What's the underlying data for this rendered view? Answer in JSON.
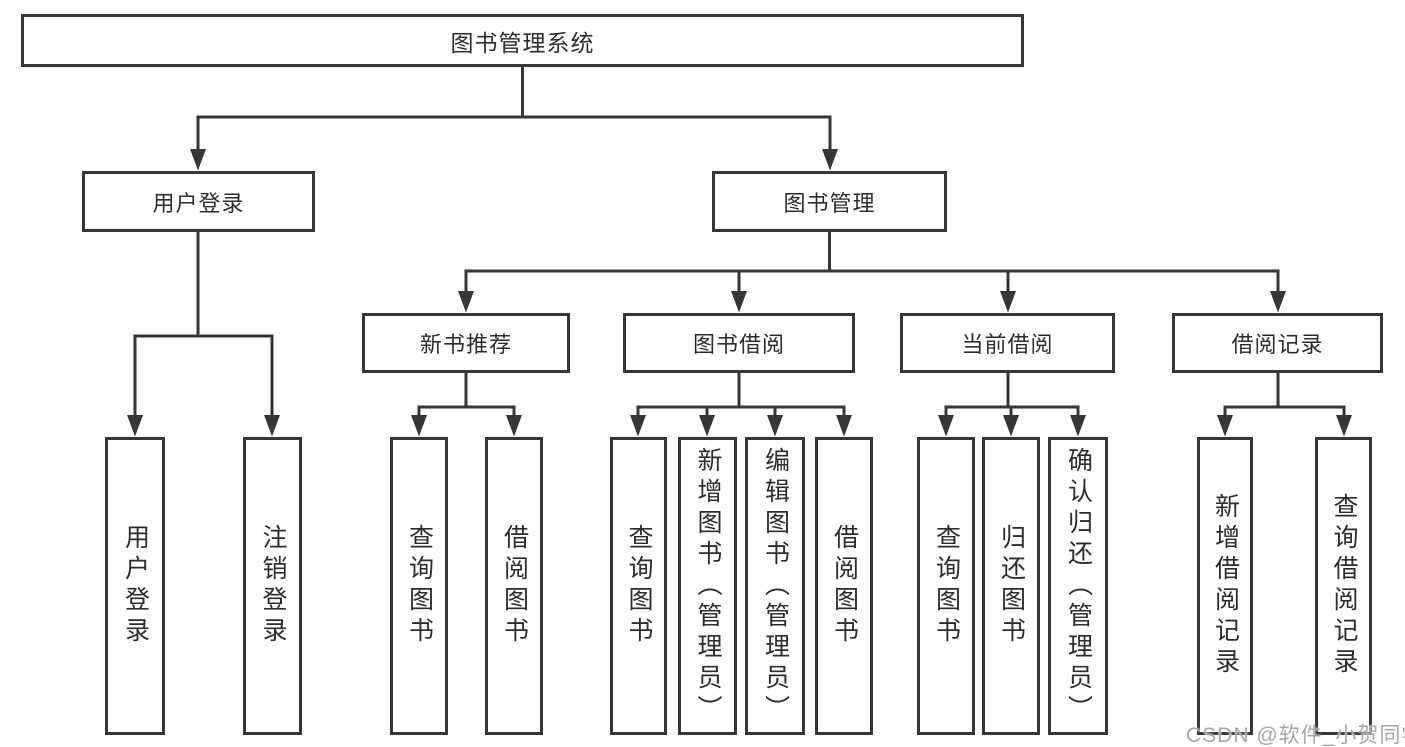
{
  "colors": {
    "line": "#363636",
    "box_border": "#363636",
    "text": "#2d2d2d",
    "watermark": "#a7a7a7",
    "background": "#ffffff"
  },
  "tree": {
    "root": {
      "label": "图书管理系统"
    },
    "branches": [
      {
        "label": "用户登录",
        "leaves": [
          "用户登录",
          "注销登录"
        ]
      },
      {
        "label": "图书管理",
        "groups": [
          {
            "label": "新书推荐",
            "leaves": [
              "查询图书",
              "借阅图书"
            ]
          },
          {
            "label": "图书借阅",
            "leaves": [
              "查询图书",
              "新增图书（管理员）",
              "编辑图书（管理员）",
              "借阅图书"
            ]
          },
          {
            "label": "当前借阅",
            "leaves": [
              "查询图书",
              "归还图书",
              "确认归还（管理员）"
            ]
          },
          {
            "label": "借阅记录",
            "leaves": [
              "新增借阅记录",
              "查询借阅记录"
            ]
          }
        ]
      }
    ]
  },
  "watermark": {
    "text": "CSDN @软件_小贺同学"
  }
}
